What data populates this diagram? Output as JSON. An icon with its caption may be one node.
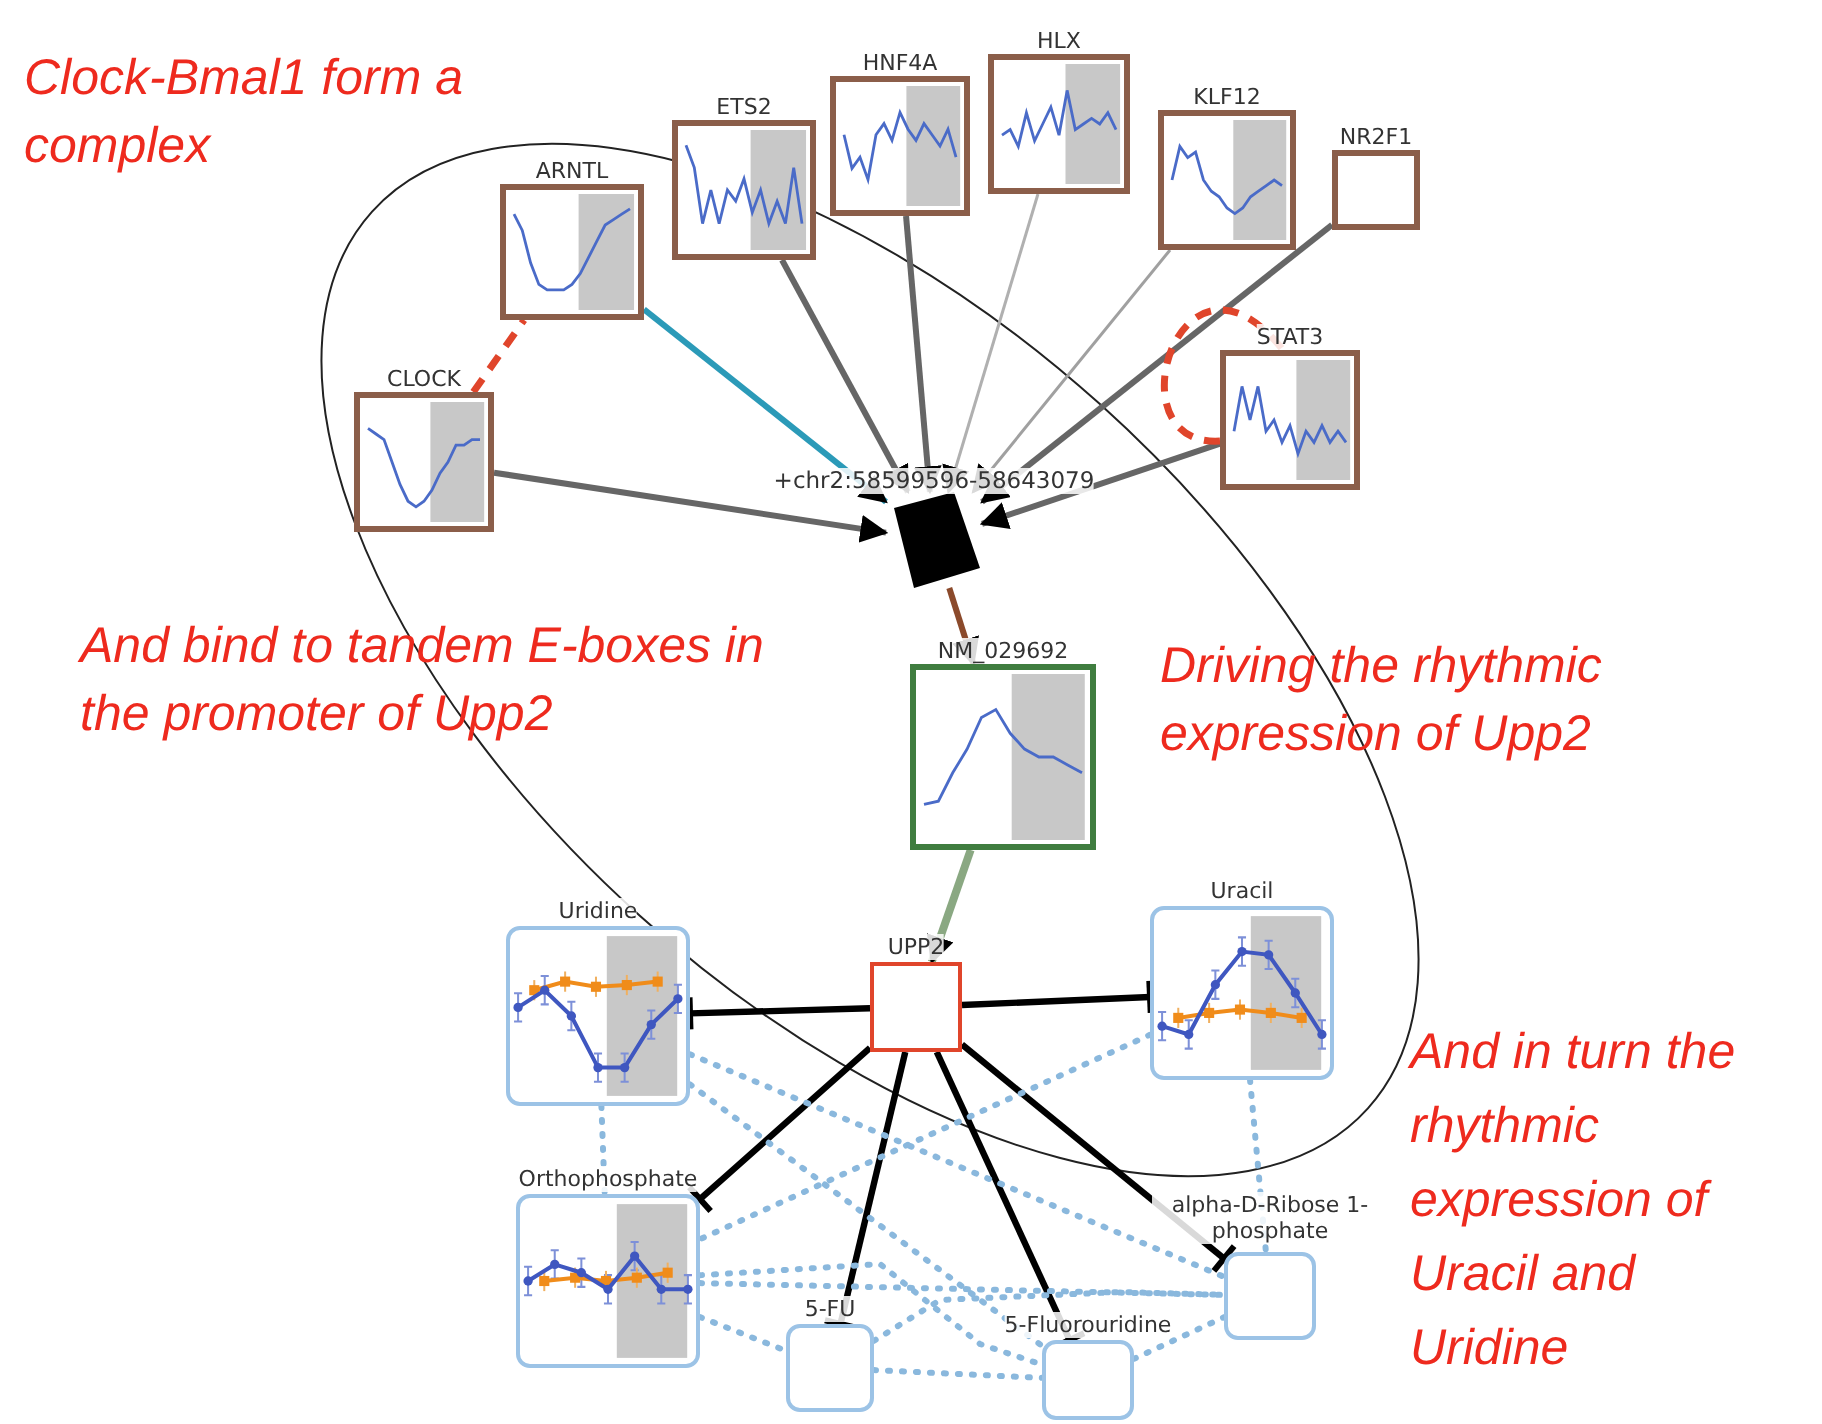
{
  "diagram": {
    "nodes": [
      {
        "text": [
          "CLOCK"
        ]
      },
      {
        "text": [
          "ARNTL"
        ]
      },
      {
        "text": [
          "ETS2"
        ]
      },
      {
        "text": [
          "HNF4A"
        ]
      },
      {
        "text": [
          "HLX"
        ]
      },
      {
        "text": [
          "KLF12"
        ]
      },
      {
        "text": [
          "NR2F1"
        ]
      },
      {
        "text": [
          "STAT3"
        ]
      },
      {
        "text": [
          "+chr2:58599596-58643079"
        ]
      },
      {
        "text": [
          "NM_029692"
        ]
      },
      {
        "text": [
          "UPP2"
        ]
      },
      {
        "text": [
          "Uridine"
        ]
      },
      {
        "text": [
          "Uracil"
        ]
      },
      {
        "text": [
          "Orthophosphate"
        ]
      },
      {
        "text": [
          "alpha-D-Ribose 1-phosphate"
        ]
      },
      {
        "text": [
          "5-FU"
        ]
      },
      {
        "text": [
          "5-Fluorouridine"
        ]
      }
    ],
    "edges": [
      {
        "from": 0,
        "to": 8,
        "arrow": "to",
        "color": "#666666"
      },
      {
        "from": 1,
        "to": 8,
        "arrow": "to",
        "color": "#2b9ab8"
      },
      {
        "from": 2,
        "to": 8,
        "arrow": "to",
        "color": "#666666"
      },
      {
        "from": 3,
        "to": 8,
        "arrow": "to",
        "color": "#666666"
      },
      {
        "from": 4,
        "to": 8,
        "arrow": "to",
        "color": "#b0b0b0"
      },
      {
        "from": 5,
        "to": 8,
        "arrow": "to",
        "color": "#a0a0a0"
      },
      {
        "from": 6,
        "to": 8,
        "arrow": "to",
        "color": "#666666"
      },
      {
        "from": 7,
        "to": 8,
        "arrow": "to",
        "color": "#666666"
      },
      {
        "from": 0,
        "to": 1,
        "arrow": "none",
        "style": "dashed",
        "color": "#e0452b"
      },
      {
        "from": 7,
        "to": 7,
        "arrow": "none",
        "style": "dashed",
        "color": "#e0452b"
      },
      {
        "from": 8,
        "to": 9,
        "arrow": "to",
        "color": "#8b4a2b"
      },
      {
        "from": 9,
        "to": 10,
        "arrow": "to",
        "color": "#8aa882"
      },
      {
        "from": 10,
        "to": 11,
        "arrow": "other",
        "color": "#000000"
      },
      {
        "from": 10,
        "to": 12,
        "arrow": "other",
        "color": "#000000"
      },
      {
        "from": 10,
        "to": 13,
        "arrow": "other",
        "color": "#000000"
      },
      {
        "from": 10,
        "to": 15,
        "arrow": "other",
        "color": "#000000"
      },
      {
        "from": 10,
        "to": 16,
        "arrow": "other",
        "color": "#000000"
      },
      {
        "from": 10,
        "to": 14,
        "arrow": "other",
        "color": "#000000"
      },
      {
        "from": 11,
        "to": 13,
        "arrow": "none",
        "style": "dashed"
      },
      {
        "from": 11,
        "to": 16,
        "arrow": "none",
        "style": "dashed"
      },
      {
        "from": 11,
        "to": 14,
        "arrow": "none",
        "style": "dashed"
      },
      {
        "from": 12,
        "to": 13,
        "arrow": "none",
        "style": "dashed"
      },
      {
        "from": 12,
        "to": 14,
        "arrow": "none",
        "style": "dashed"
      },
      {
        "from": 13,
        "to": 14,
        "arrow": "none",
        "style": "dashed"
      },
      {
        "from": 13,
        "to": 15,
        "arrow": "none",
        "style": "dashed"
      },
      {
        "from": 13,
        "to": 16,
        "arrow": "none",
        "style": "dashed"
      },
      {
        "from": 15,
        "to": 16,
        "arrow": "none",
        "style": "dashed"
      },
      {
        "from": 15,
        "to": 14,
        "arrow": "none",
        "style": "dashed"
      },
      {
        "from": 16,
        "to": 14,
        "arrow": "none",
        "style": "dashed"
      }
    ],
    "labels": [
      "Clock-Bmal1 form a complex",
      "And bind to tandem E-boxes in the promoter of Upp2",
      "Driving the rhythmic expression of Upp2",
      "And in turn the rhythmic expression of Uracil and Uridine"
    ]
  }
}
